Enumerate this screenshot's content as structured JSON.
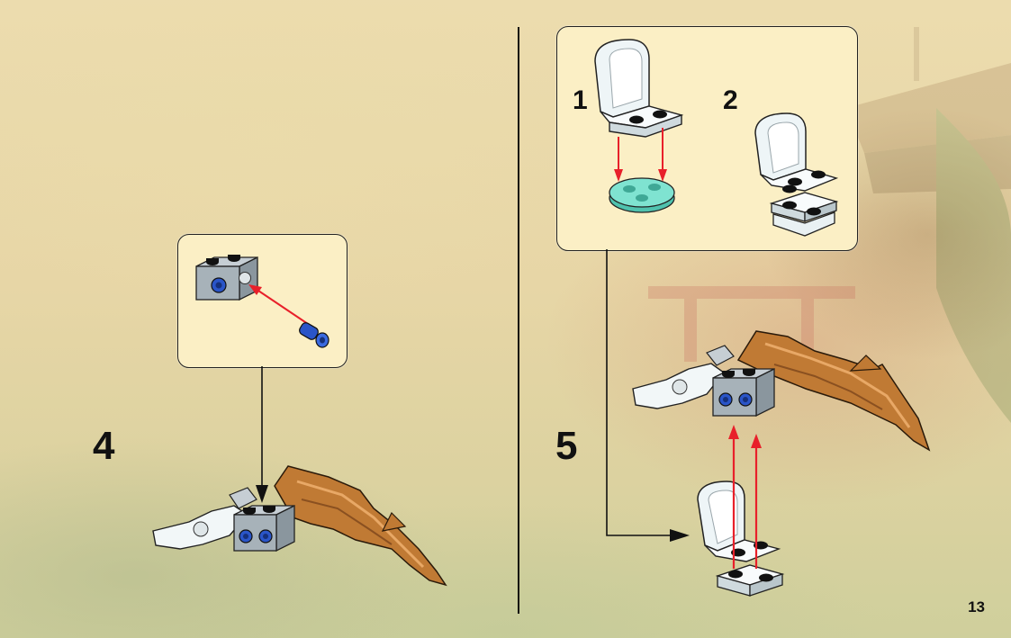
{
  "steps": {
    "step4": {
      "number": "4"
    },
    "step5": {
      "number": "5",
      "sub_steps": [
        "1",
        "2"
      ]
    }
  },
  "page_number": "13",
  "colors": {
    "callout_fill": "#fbefc5",
    "arrow_red": "#e8202a",
    "brick_gray": "#9fabb3",
    "technic_blue": "#2a55c8",
    "wing_copper": "#c07a34",
    "transparent_teal": "#6fd9c6",
    "seat_white": "#f2f7f8"
  },
  "icons": [
    "light-gray-technic-brick-icon",
    "blue-pin-icon",
    "copper-wing-icon",
    "white-claw-icon",
    "white-seat-icon",
    "teal-round-plate-icon",
    "red-arrow-icon",
    "black-arrow-icon"
  ]
}
